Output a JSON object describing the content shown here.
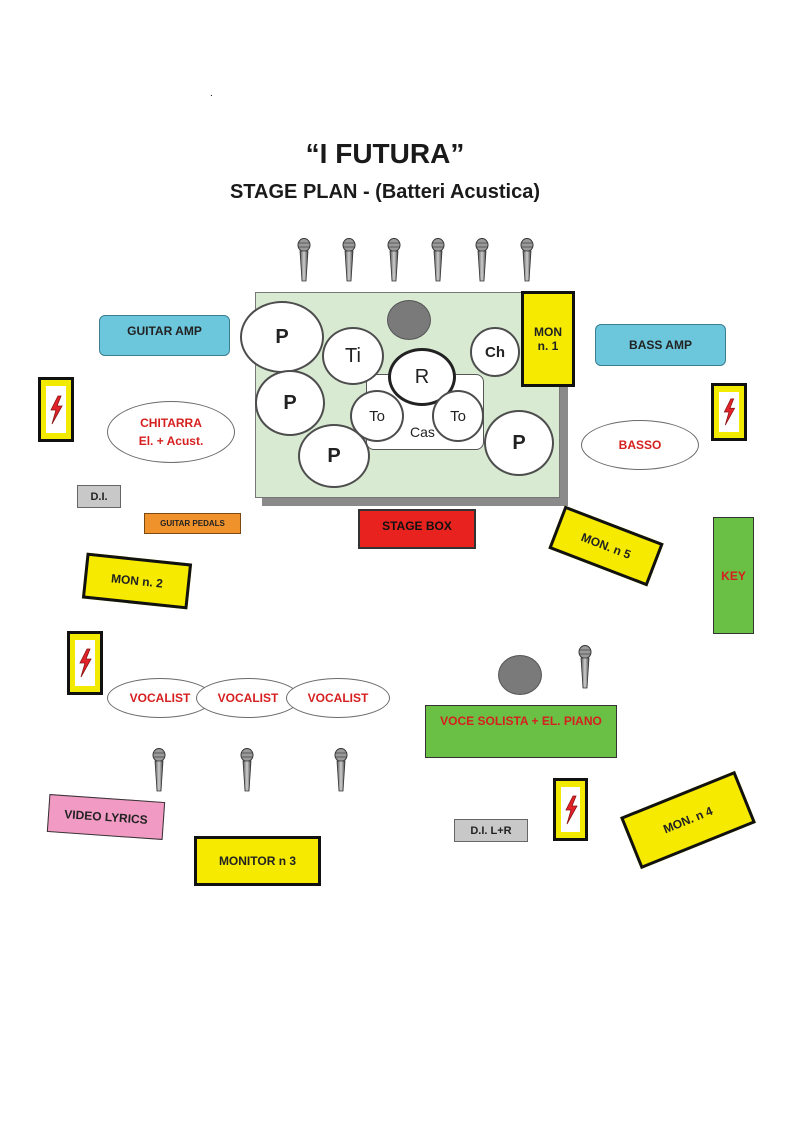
{
  "header": {
    "band": "“I FUTURA”",
    "subtitle": "STAGE PLAN - (Batteri Acustica)",
    "dot": "."
  },
  "drums": {
    "p": "P",
    "ti": "Ti",
    "r": "R",
    "ch": "Ch",
    "to": "To",
    "cas": "Cas"
  },
  "labels": {
    "guitar_amp": "GUITAR AMP",
    "bass_amp": "BASS AMP",
    "mon1_line1": "MON",
    "mon1_line2": "n. 1",
    "chitarra_line1": "CHITARRA",
    "chitarra_line2": "El. + Acust.",
    "basso": "BASSO",
    "di": "D.I.",
    "guitar_pedals": "GUITAR PEDALS",
    "stage_box": "STAGE BOX",
    "mon5": "MON. n 5",
    "mon2": "MON  n. 2",
    "key": "KEY",
    "vocalist": "VOCALIST",
    "voce_solista": "VOCE SOLISTA + EL. PIANO",
    "video_lyrics": "VIDEO LYRICS",
    "monitor3": "MONITOR  n 3",
    "di_lr": "D.I. L+R",
    "mon4": "MON. n 4"
  },
  "colors": {
    "drum_riser": "#d9ead3",
    "amp": "#6cc6dc",
    "monitor": "#f5ea00",
    "stage_box": "#e8231f",
    "pedals": "#f0922b",
    "di": "#c8c8c8",
    "key": "#6abf45",
    "voce": "#6abf45",
    "video": "#f19ac4",
    "power_bolt": "#e3232a"
  },
  "icons": {
    "mic": "microphone-icon",
    "power": "power-outlet-icon"
  }
}
